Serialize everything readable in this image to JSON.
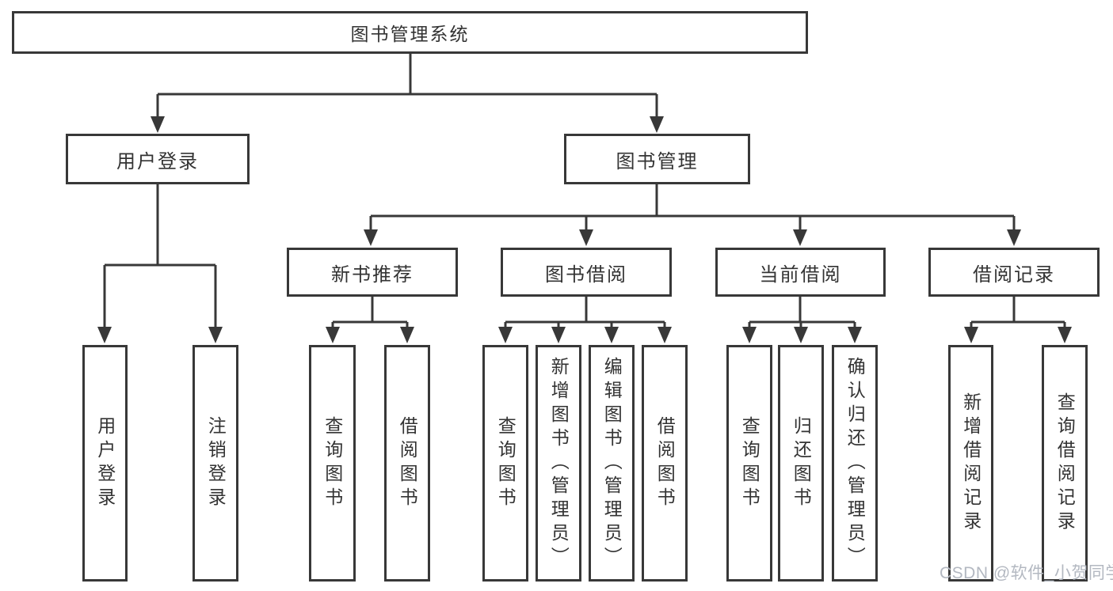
{
  "diagram": {
    "root": {
      "label": "图书管理系统"
    },
    "branches": [
      {
        "label": "用户登录",
        "children": [
          {
            "label": "用户登录"
          },
          {
            "label": "注销登录"
          }
        ]
      },
      {
        "label": "图书管理",
        "children": [
          {
            "label": "新书推荐",
            "children": [
              {
                "label": "查询图书"
              },
              {
                "label": "借阅图书"
              }
            ]
          },
          {
            "label": "图书借阅",
            "children": [
              {
                "label": "查询图书"
              },
              {
                "label": "新增图书（管理员）"
              },
              {
                "label": "编辑图书（管理员）"
              },
              {
                "label": "借阅图书"
              }
            ]
          },
          {
            "label": "当前借阅",
            "children": [
              {
                "label": "查询图书"
              },
              {
                "label": "归还图书"
              },
              {
                "label": "确认归还（管理员）"
              }
            ]
          },
          {
            "label": "借阅记录",
            "children": [
              {
                "label": "新增借阅记录"
              },
              {
                "label": "查询借阅记录"
              }
            ]
          }
        ]
      }
    ]
  },
  "watermark": {
    "text": "CSDN @软件_小贺同学"
  },
  "colors": {
    "line": "#383838",
    "box_border": "#383838",
    "box_fill": "#ffffff",
    "text": "#333333",
    "watermark": "#b3b8c1",
    "background": "#ffffff"
  }
}
